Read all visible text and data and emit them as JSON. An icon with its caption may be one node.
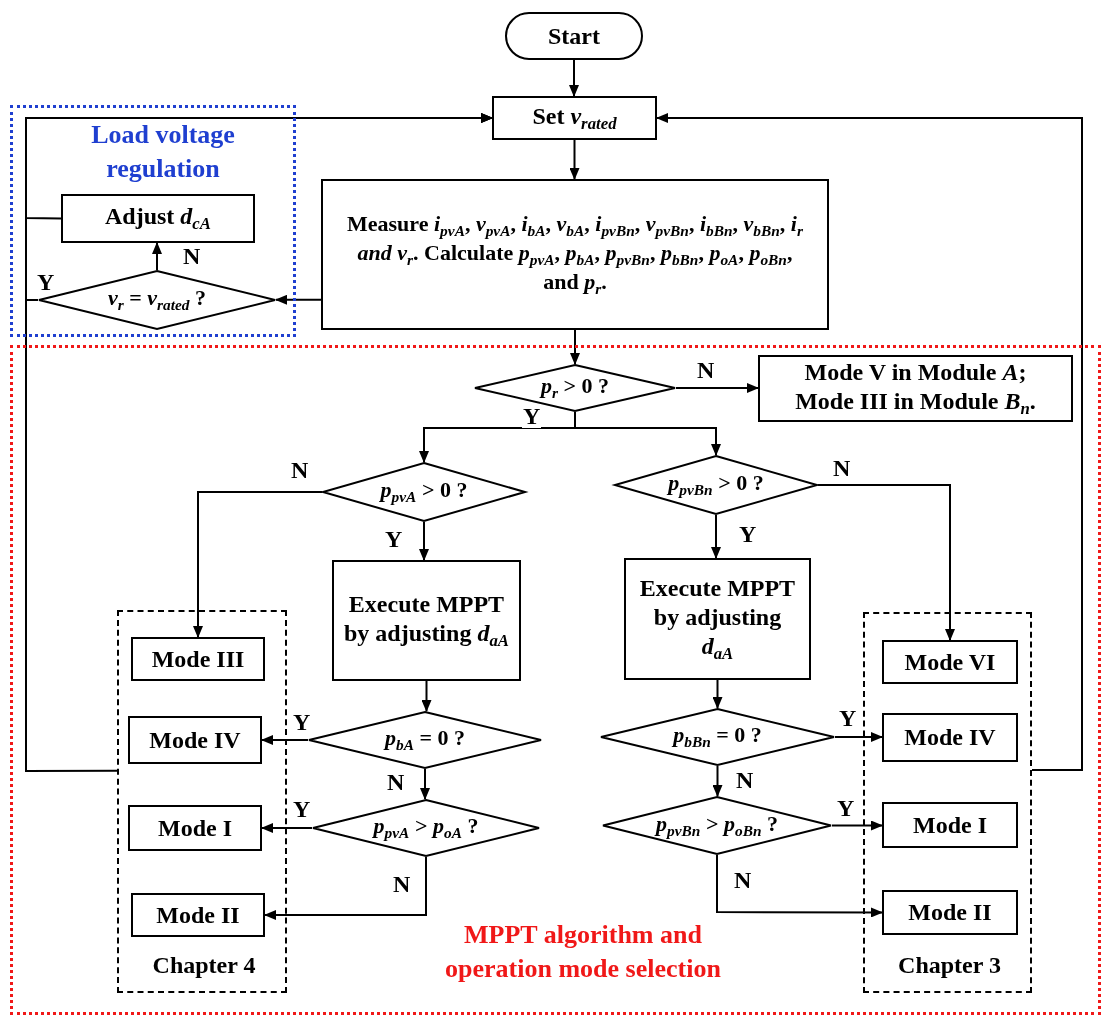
{
  "diagram": {
    "nodes": [
      {
        "text": [
          "Start"
        ]
      },
      {
        "text": [
          "Set *v*$_{rated}$"
        ]
      },
      {
        "text": [
          "Load voltage regulation"
        ]
      },
      {
        "text": [
          "Adjust *d*$_{cA}$"
        ],
        "in": 2
      },
      {
        "text": [
          "*v*$_{r}$ = *v*$_{rated}$ ?"
        ],
        "in": 2
      },
      {
        "text": [
          "Measure *i*$_{pvA}$, *v*$_{pvA}$, *i*$_{bA}$, *v*$_{bA}$, *i*$_{pvBn}$, *v*$_{pvBn}$, *i*$_{bBn}$, *v*$_{bBn}$, *i*$_{r}$ *and v*$_{r}$. Calculate *p*$_{pvA}$, *p*$_{bA}$, *p*$_{pvBn}$, *p*$_{bBn}$, *p*$_{oA}$, *p*$_{oBn}$, and *p*$_{r}$."
        ]
      },
      {
        "text": [
          "MPPT algorithm and operation mode selection"
        ]
      },
      {
        "text": [
          "*p*$_{r}$ > 0 ?"
        ],
        "in": 6
      },
      {
        "text": [
          "Mode V in Module *A*; Mode III in Module *B*$_{n}$."
        ],
        "in": 6
      },
      {
        "text": [
          "*p*$_{pvA}$ > 0 ?"
        ],
        "in": 6
      },
      {
        "text": [
          "*p*$_{pvBn}$ > 0 ?"
        ],
        "in": 6
      },
      {
        "text": [
          "Execute MPPT by adjusting *d*$_{aA}$"
        ],
        "in": 6
      },
      {
        "text": [
          "Execute MPPT by adjusting *d*$_{aA}$"
        ],
        "in": 6
      },
      {
        "text": [
          "Chapter 4"
        ],
        "in": 6
      },
      {
        "text": [
          "Mode III"
        ],
        "in": 13
      },
      {
        "text": [
          "Mode IV"
        ],
        "in": 13
      },
      {
        "text": [
          "Mode I"
        ],
        "in": 13
      },
      {
        "text": [
          "Mode II"
        ],
        "in": 13
      },
      {
        "text": [
          "*p*$_{bA}$ = 0 ?"
        ],
        "in": 6
      },
      {
        "text": [
          "*p*$_{pvA}$ > *p*$_{oA}$ ?"
        ],
        "in": 6
      },
      {
        "text": [
          "Chapter 3"
        ],
        "in": 6
      },
      {
        "text": [
          "Mode VI"
        ],
        "in": 20
      },
      {
        "text": [
          "Mode IV"
        ],
        "in": 20
      },
      {
        "text": [
          "Mode I"
        ],
        "in": 20
      },
      {
        "text": [
          "Mode II"
        ],
        "in": 20
      },
      {
        "text": [
          "*p*$_{bBn}$ = 0 ?"
        ],
        "in": 6
      },
      {
        "text": [
          "*p*$_{pvBn}$ > *p*$_{oBn}$ ?"
        ],
        "in": 6
      }
    ],
    "edges": [
      {
        "from": 0,
        "to": 1,
        "arrow": "to"
      },
      {
        "from": 1,
        "to": 5,
        "arrow": "to"
      },
      {
        "from": 5,
        "to": 4,
        "arrow": "to"
      },
      {
        "from": 4,
        "to": 3,
        "arrow": "to",
        "label": "N"
      },
      {
        "from": 3,
        "to": 1,
        "arrow": "to"
      },
      {
        "from": 4,
        "to": 1,
        "arrow": "to",
        "label": "Y"
      },
      {
        "from": 13,
        "to": 1,
        "arrow": "to"
      },
      {
        "from": 20,
        "to": 1,
        "arrow": "to"
      },
      {
        "from": 5,
        "to": 7,
        "arrow": "to"
      },
      {
        "from": 7,
        "to": 8,
        "arrow": "to",
        "label": "N"
      },
      {
        "from": 7,
        "to": 9,
        "arrow": "to",
        "label": "Y"
      },
      {
        "from": 7,
        "to": 10,
        "arrow": "to"
      },
      {
        "from": 9,
        "to": 14,
        "arrow": "to",
        "label": "N"
      },
      {
        "from": 9,
        "to": 11,
        "arrow": "to",
        "label": "Y"
      },
      {
        "from": 10,
        "to": 21,
        "arrow": "to",
        "label": "N"
      },
      {
        "from": 10,
        "to": 12,
        "arrow": "to",
        "label": "Y"
      },
      {
        "from": 11,
        "to": 18,
        "arrow": "to"
      },
      {
        "from": 18,
        "to": 15,
        "arrow": "to",
        "label": "Y"
      },
      {
        "from": 18,
        "to": 19,
        "arrow": "to",
        "label": "N"
      },
      {
        "from": 19,
        "to": 16,
        "arrow": "to",
        "label": "Y"
      },
      {
        "from": 19,
        "to": 17,
        "arrow": "to",
        "label": "N"
      },
      {
        "from": 12,
        "to": 25,
        "arrow": "to"
      },
      {
        "from": 25,
        "to": 22,
        "arrow": "to",
        "label": "Y"
      },
      {
        "from": 25,
        "to": 26,
        "arrow": "to",
        "label": "N"
      },
      {
        "from": 26,
        "to": 23,
        "arrow": "to",
        "label": "Y"
      },
      {
        "from": 26,
        "to": 24,
        "arrow": "to",
        "label": "N"
      }
    ]
  }
}
